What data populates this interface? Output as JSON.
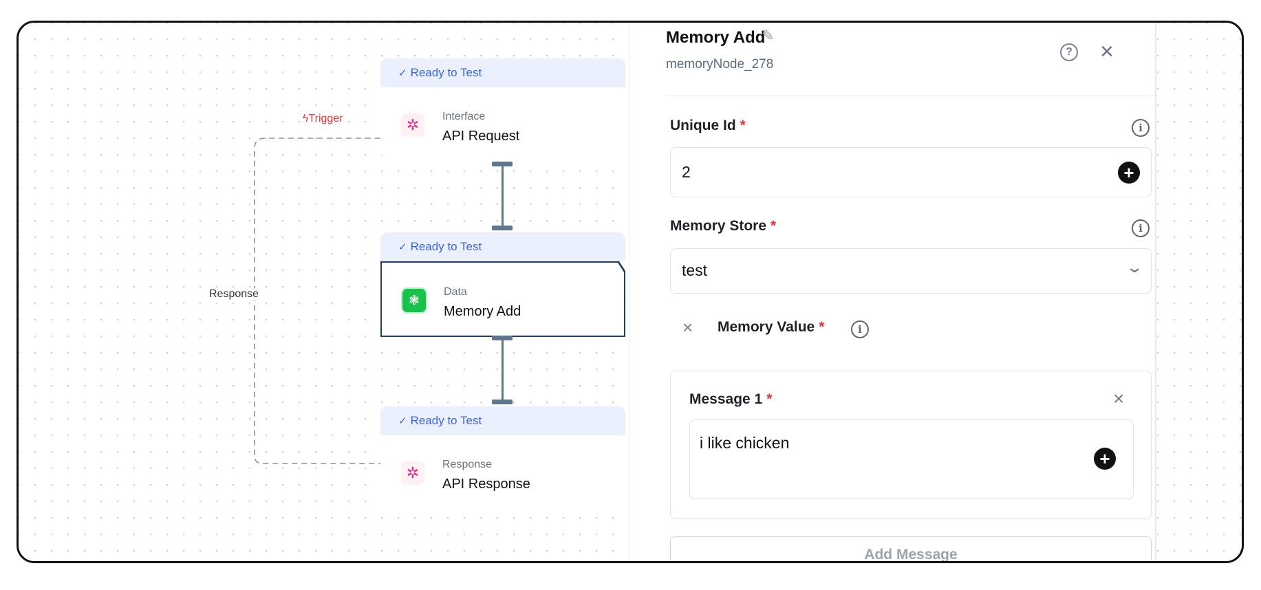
{
  "canvas": {
    "nodes": [
      {
        "status": "Ready to Test",
        "category": "Interface",
        "title": "API Request",
        "icon": "openai-icon"
      },
      {
        "status": "Ready to Test",
        "category": "Data",
        "title": "Memory Add",
        "icon": "brain-icon"
      },
      {
        "status": "Ready to Test",
        "category": "Response",
        "title": "API Response",
        "icon": "openai-icon"
      }
    ],
    "edges": {
      "trigger_label": "Trigger",
      "response_label": "Response"
    },
    "colors": {
      "status_bg": "#eaf0fd",
      "status_text": "#3b66d8",
      "connector": "#5e7690",
      "trigger": "#e2363b",
      "data_icon": "#18c24b"
    }
  },
  "panel": {
    "title": "Memory Add",
    "node_id": "memoryNode_278",
    "fields": {
      "unique_id": {
        "label": "Unique Id",
        "required": "*",
        "value": "2"
      },
      "memory_store": {
        "label": "Memory Store",
        "required": "*",
        "value": "test"
      },
      "memory_value": {
        "label": "Memory Value",
        "required": "*"
      }
    },
    "messages": [
      {
        "label": "Message 1",
        "required": "*",
        "value": "i like chicken"
      }
    ],
    "add_message_label": "Add Message"
  }
}
